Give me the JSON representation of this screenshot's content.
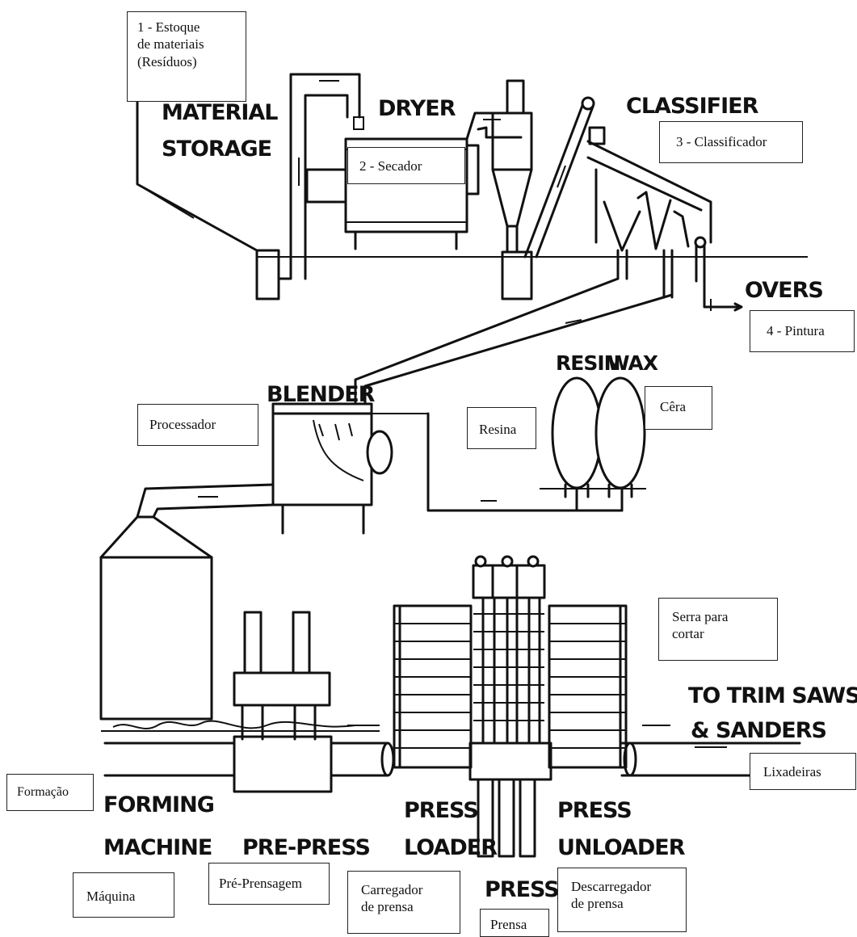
{
  "english_labels": {
    "material_storage": [
      "MATERIAL",
      "STORAGE"
    ],
    "dryer": "DRYER",
    "classifier": "CLASSIFIER",
    "overs": "OVERS",
    "blender": "BLENDER",
    "resin": "RESIN",
    "wax": "WAX",
    "to_trim_saws": [
      "TO TRIM SAWS",
      "& SANDERS"
    ],
    "forming_machine": [
      "FORMING",
      "MACHINE"
    ],
    "pre_press": "PRE-PRESS",
    "press_loader": [
      "PRESS",
      "LOADER"
    ],
    "press": "PRESS",
    "press_unloader": [
      "PRESS",
      "UNLOADER"
    ]
  },
  "annotations": {
    "estoque": [
      "1 - Estoque",
      "de materiais",
      "(Resíduos)"
    ],
    "secador": "2 - Secador",
    "classificador": "3 - Classificador",
    "pintura": "4 - Pintura",
    "processador": "Processador",
    "resina": "Resina",
    "cera": "Cêra",
    "serra": [
      "Serra para",
      "cortar"
    ],
    "lixadeiras": "Lixadeiras",
    "formacao": "Formação",
    "maquina": "Máquina",
    "pre_prensagem": "Pré-Prensagem",
    "carregador": [
      "Carregador",
      "de prensa"
    ],
    "prensa": "Prensa",
    "descarregador": [
      "Descarregador",
      "de prensa"
    ]
  }
}
